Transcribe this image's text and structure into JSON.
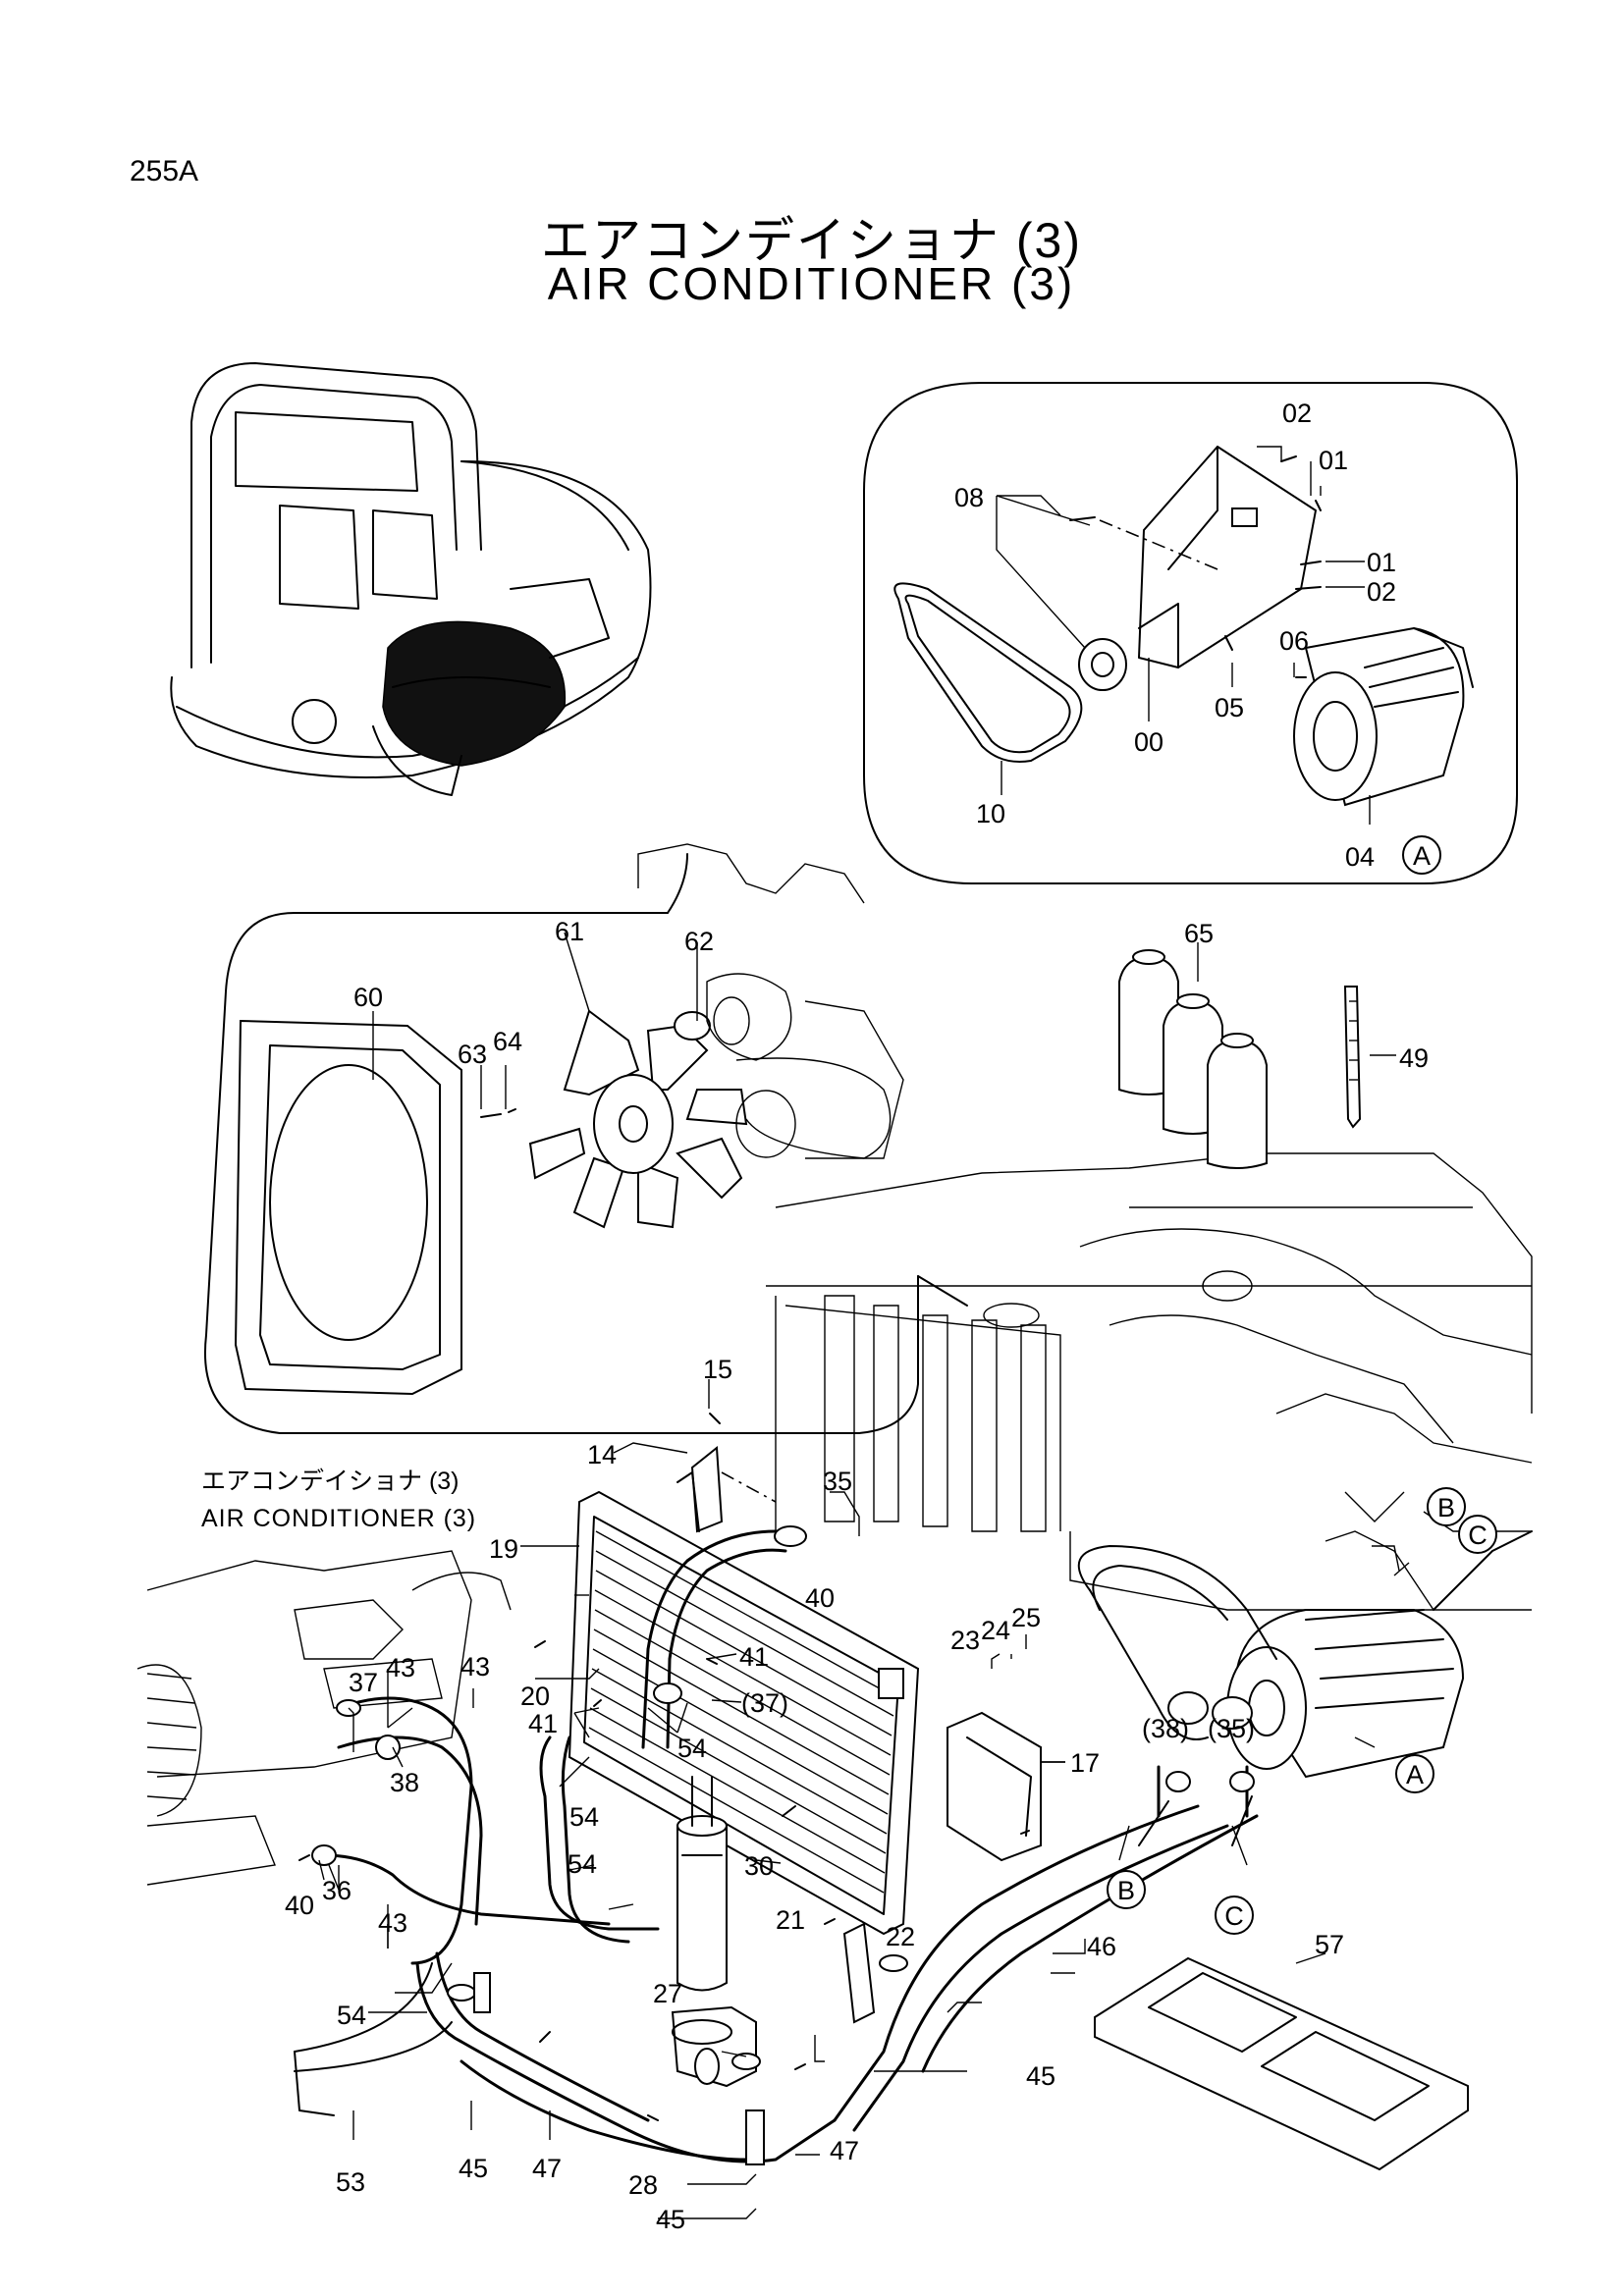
{
  "page_number": "255A",
  "title": {
    "japanese": "エアコンデイショナ (3)",
    "english": "AIR  CONDITIONER  (3)"
  },
  "cross_reference": {
    "japanese": "エアコンデイショナ (3)",
    "english": "AIR  CONDITIONER (3)"
  },
  "detail_view_marker": "A",
  "reference_markers": [
    "A",
    "B",
    "C"
  ],
  "labels": {
    "p00": "00",
    "p01a": "01",
    "p01b": "01",
    "p02a": "02",
    "p02b": "02",
    "p04": "04",
    "p05": "05",
    "p06": "06",
    "p08": "08",
    "p10": "10",
    "p14": "14",
    "p15": "15",
    "p17": "17",
    "p19": "19",
    "p20": "20",
    "p21": "21",
    "p22": "22",
    "p23": "23",
    "p24": "24",
    "p25": "25",
    "p27": "27",
    "p28": "28",
    "p30": "30",
    "p35": "35",
    "p35p": "(35)",
    "p36": "36",
    "p37": "37",
    "p37p": "(37)",
    "p38": "38",
    "p38p": "(38)",
    "p40a": "40",
    "p40b": "40",
    "p41a": "41",
    "p41b": "41",
    "p43a": "43",
    "p43b": "43",
    "p43c": "43",
    "p45a": "45",
    "p45b": "45",
    "p45c": "45",
    "p46": "46",
    "p47a": "47",
    "p47b": "47",
    "p49": "49",
    "p53": "53",
    "p54a": "54",
    "p54b": "54",
    "p54c": "54",
    "p54d": "54",
    "p57": "57",
    "p60": "60",
    "p61": "61",
    "p62": "62",
    "p63": "63",
    "p64": "64",
    "p65": "65"
  }
}
